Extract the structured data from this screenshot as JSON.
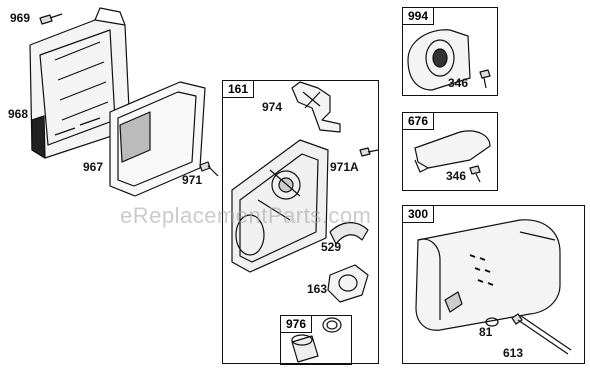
{
  "watermark": "eReplacementParts.com",
  "boxes": {
    "b161": "161",
    "b994": "994",
    "b676": "676",
    "b300": "300",
    "b976": "976"
  },
  "labels": {
    "p969": "969",
    "p968": "968",
    "p967": "967",
    "p971": "971",
    "p974": "974",
    "p971A": "971A",
    "p529": "529",
    "p163": "163",
    "p346a": "346",
    "p346b": "346",
    "p81": "81",
    "p613": "613"
  }
}
